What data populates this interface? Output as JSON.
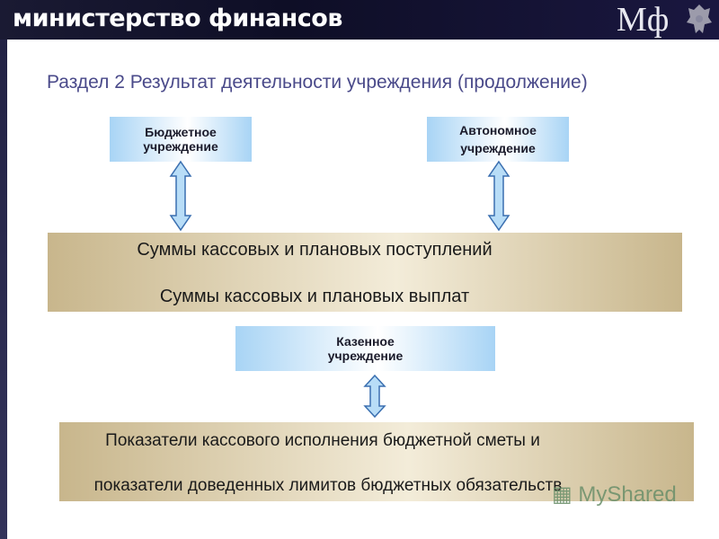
{
  "header": {
    "title": "министерство финансов",
    "logo_text": "Мф"
  },
  "page_title": "Раздел 2 Результат деятельности учреждения (продолжение)",
  "diagram": {
    "budget_institution": [
      "Бюджетное",
      "учреждение"
    ],
    "autonomous_institution": [
      "Автономное",
      "учреждение"
    ],
    "state_institution": [
      "Казенное",
      "учреждение"
    ],
    "sums_box": {
      "line1": "Суммы кассовых и плановых поступлений",
      "line2": "Суммы кассовых и плановых выплат"
    },
    "indicators_box": {
      "line1": "Показатели кассового исполнения бюджетной сметы и",
      "line2": "показатели доведенных лимитов бюджетных обязательств"
    }
  },
  "watermark": "MyShared",
  "colors": {
    "header_bg": "#0e0e26",
    "title_color": "#4a4a8a",
    "blue_box": "#a8d4f5",
    "tan_box": "#c8b68c"
  }
}
